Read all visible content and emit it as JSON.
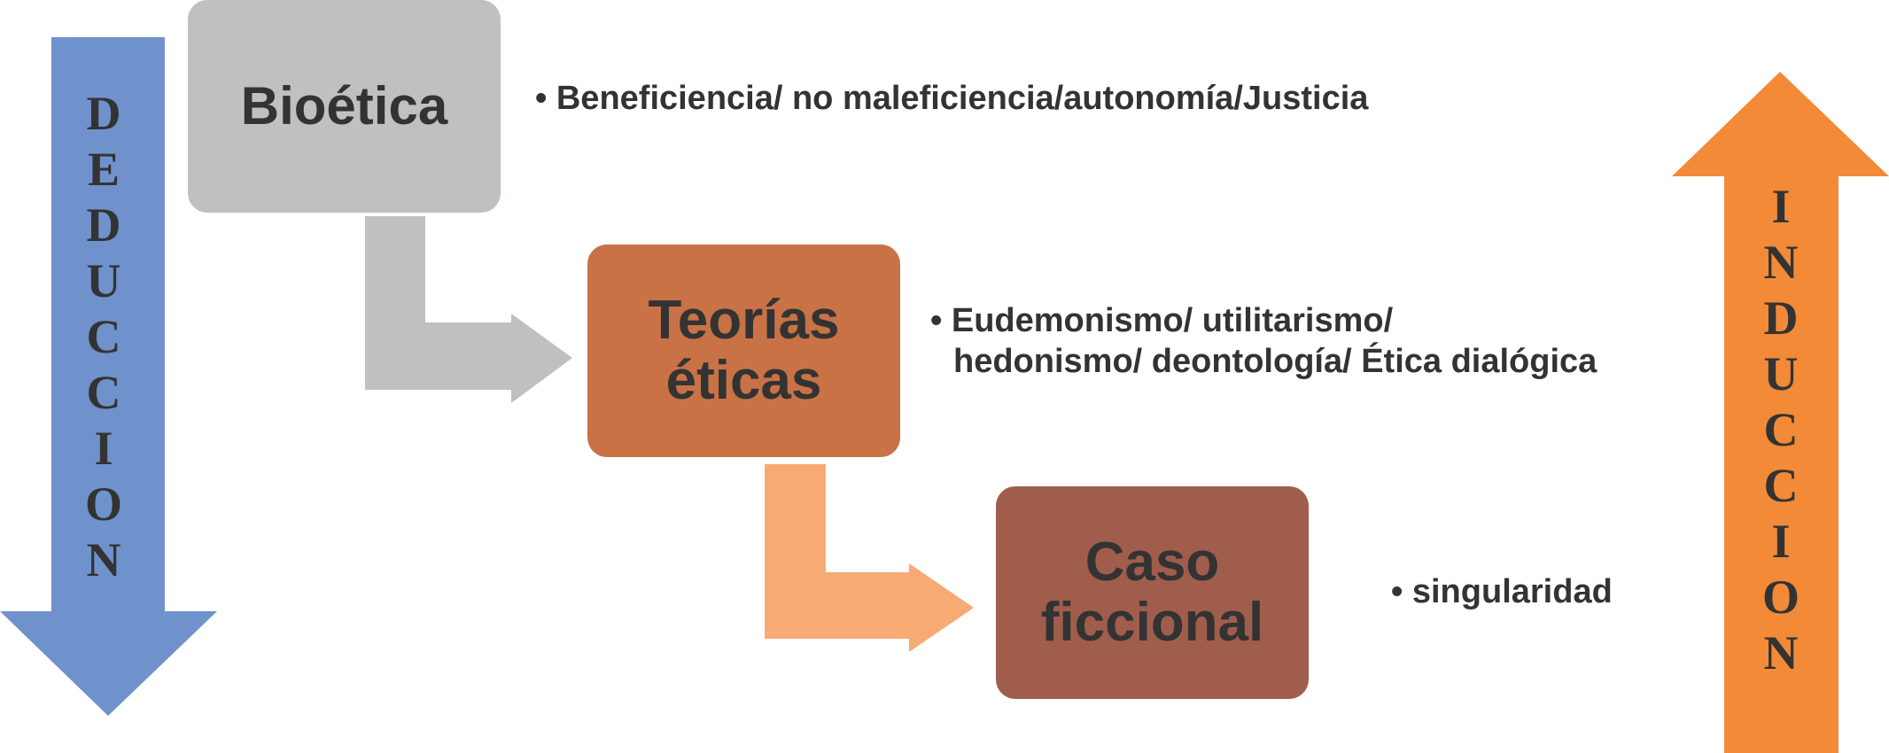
{
  "colors": {
    "deduccion_arrow": "#7092cc",
    "induccion_arrow": "#f28a37",
    "bioetica_box": "#bfc0c2",
    "teorias_box": "#c97245",
    "caso_box": "#a15d4c",
    "connector_1": "#bfc0c2",
    "connector_2": "#f7aa74",
    "text": "#333333"
  },
  "deduccion": {
    "label": "DEDUCCION"
  },
  "induccion": {
    "label": "INDUCCION"
  },
  "nodes": [
    {
      "id": "bioetica",
      "lines": [
        "Bioética"
      ],
      "description": [
        "• Beneficiencia/ no maleficiencia/autonomía/Justicia"
      ]
    },
    {
      "id": "teorias",
      "lines": [
        "Teorías",
        "éticas"
      ],
      "description": [
        "• Eudemonismo/ utilitarismo/",
        "hedonismo/ deontología/ Ética dialógica"
      ]
    },
    {
      "id": "caso",
      "lines": [
        "Caso",
        "ficcional"
      ],
      "description": [
        "• singularidad"
      ]
    }
  ]
}
